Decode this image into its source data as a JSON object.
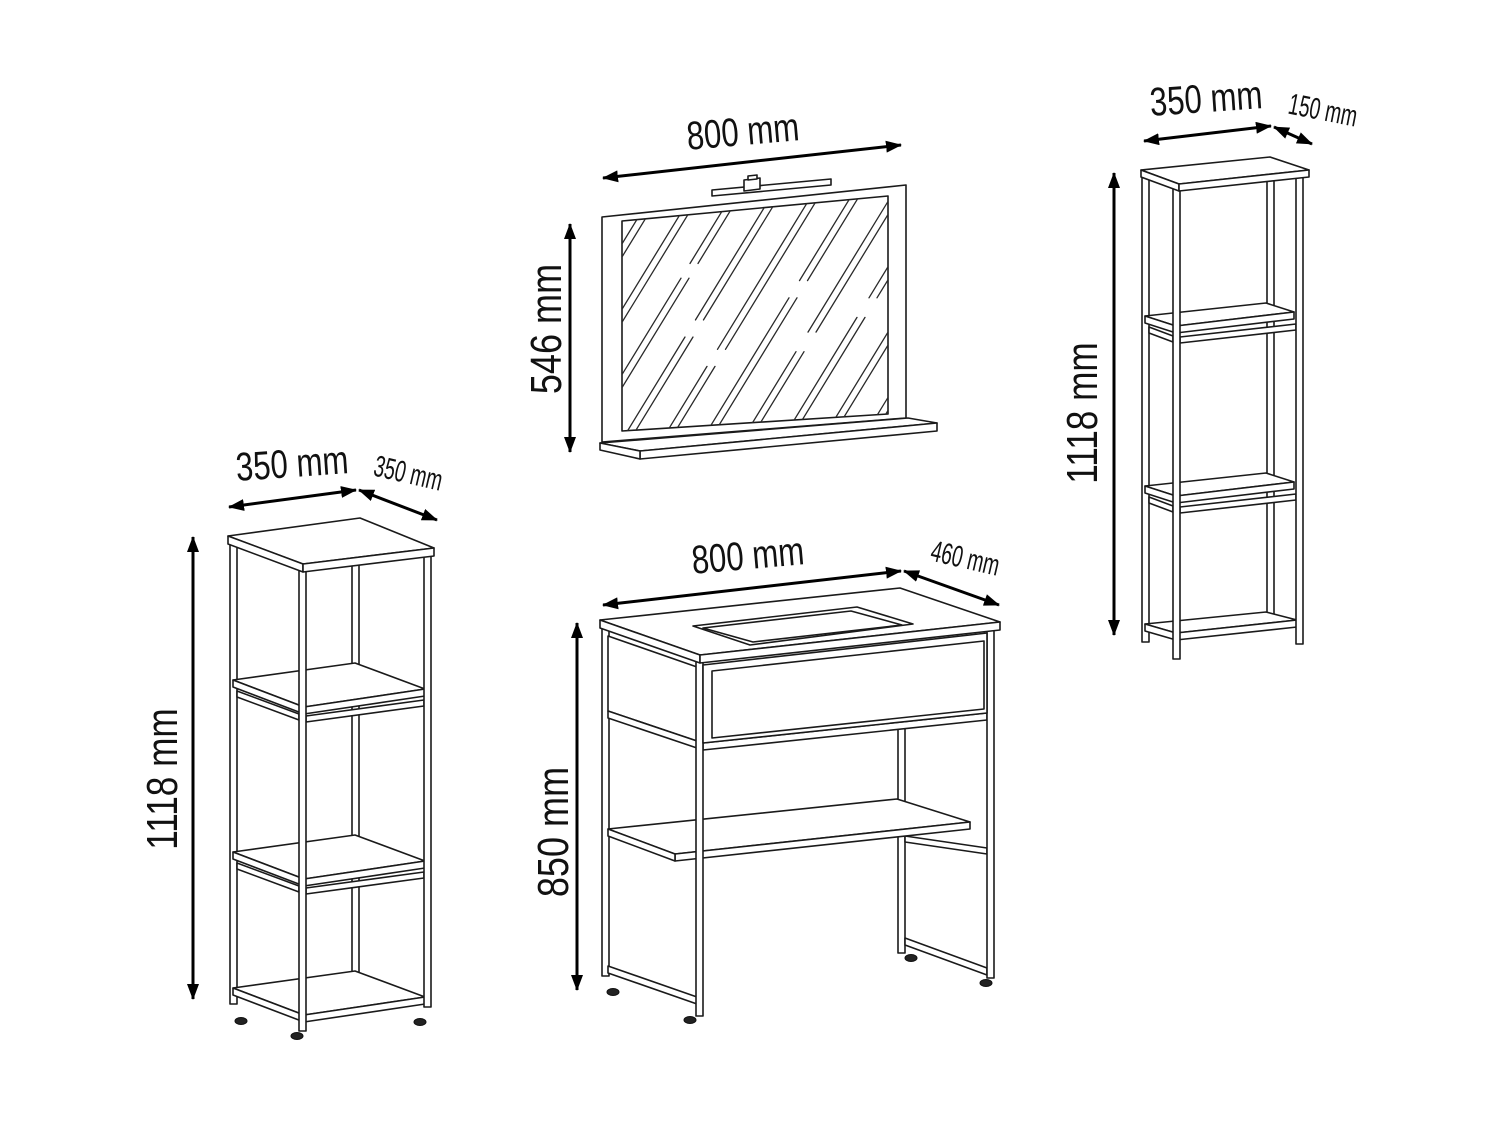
{
  "mirror": {
    "width_label": "800 mm",
    "height_label": "546 mm"
  },
  "wall_shelf": {
    "width_label": "350 mm",
    "depth_label": "150 mm",
    "height_label": "1118 mm"
  },
  "floor_shelf": {
    "width_label": "350 mm",
    "depth_label": "350 mm",
    "height_label": "1118 mm"
  },
  "vanity": {
    "width_label": "800 mm",
    "depth_label": "460 mm",
    "height_label": "850 mm"
  },
  "colors": {
    "line": "#1a1a1a",
    "dimension_arrow": "#000000",
    "background": "#ffffff"
  }
}
